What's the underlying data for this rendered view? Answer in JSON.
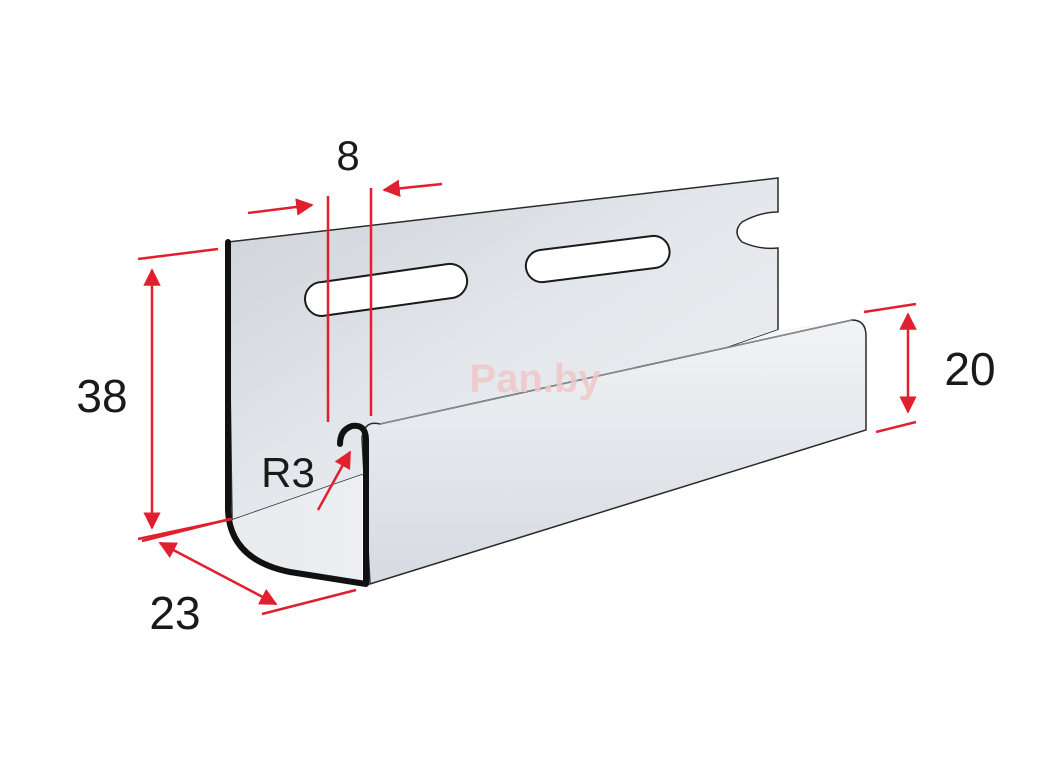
{
  "diagram": {
    "subject": "J-profile siding trim",
    "labels": {
      "width_top": "8",
      "height_total": "38",
      "height_front": "20",
      "radius": "R3",
      "depth_bottom": "23"
    },
    "watermark": "Pan.by",
    "colors": {
      "dimension": "#e0202e",
      "outline": "#111111",
      "panel_back": "#dfe3e8",
      "panel_front": "#e8ebef",
      "channel_inner": "#f4f5f7",
      "watermark": "#f0c8c8",
      "text": "#1a1a1a"
    }
  }
}
